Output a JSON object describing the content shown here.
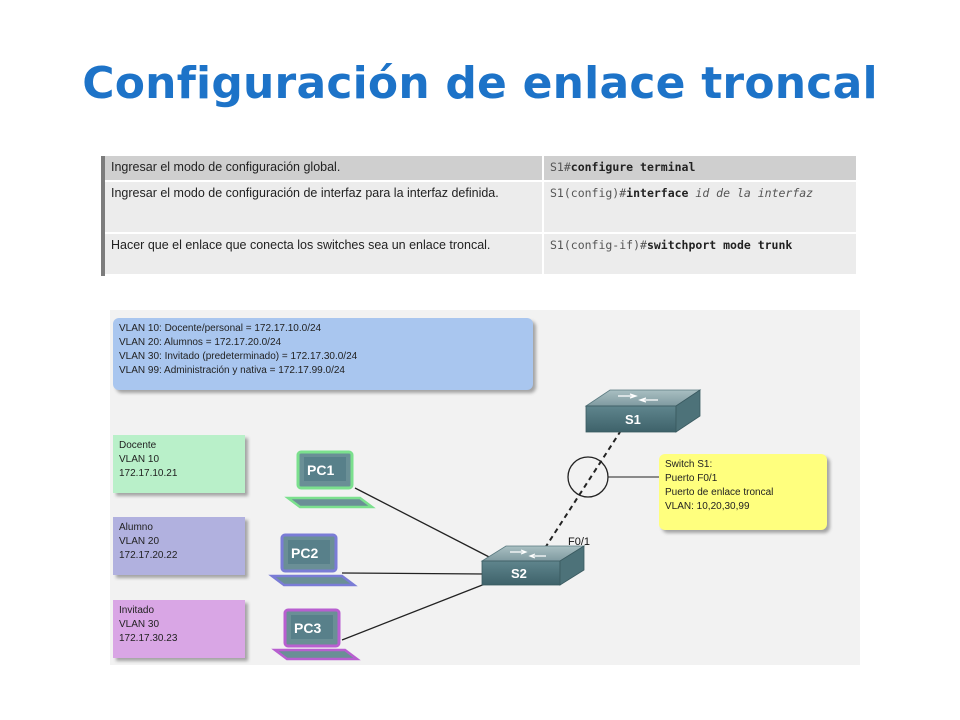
{
  "title": "Configuración de enlace troncal",
  "commands": [
    {
      "description": "Ingresar el modo de configuración global.",
      "prompt": "S1#",
      "command": "configure terminal",
      "argument": ""
    },
    {
      "description": "Ingresar el modo de configuración de interfaz para la interfaz definida.",
      "prompt": "S1(config)#",
      "command": "interface",
      "argument": " id de la interfaz"
    },
    {
      "description": "Hacer que el enlace que conecta los switches sea un enlace troncal.",
      "prompt": "S1(config-if)#",
      "command": "switchport mode trunk",
      "argument": ""
    }
  ],
  "diagram": {
    "vlan_list": [
      "VLAN 10: Docente/personal = 172.17.10.0/24",
      "VLAN 20: Alumnos = 172.17.20.0/24",
      "VLAN 30: Invitado (predeterminado) = 172.17.30.0/24",
      "VLAN 99: Administración y nativa = 172.17.99.0/24"
    ],
    "hosts": [
      {
        "role": "Docente",
        "vlan": "VLAN 10",
        "ip": "172.17.10.21",
        "pc": "PC1",
        "color": "#b9f0c9"
      },
      {
        "role": "Alumno",
        "vlan": "VLAN 20",
        "ip": "172.17.20.22",
        "pc": "PC2",
        "color": "#b1b1df"
      },
      {
        "role": "Invitado",
        "vlan": "VLAN 30",
        "ip": "172.17.30.23",
        "pc": "PC3",
        "color": "#d9a6e5"
      }
    ],
    "switches": {
      "top": "S1",
      "bottom": "S2"
    },
    "port_label": "F0/1",
    "callout": [
      "Switch S1:",
      "Puerto F0/1",
      "Puerto de enlace troncal",
      "VLAN: 10,20,30,99"
    ]
  }
}
